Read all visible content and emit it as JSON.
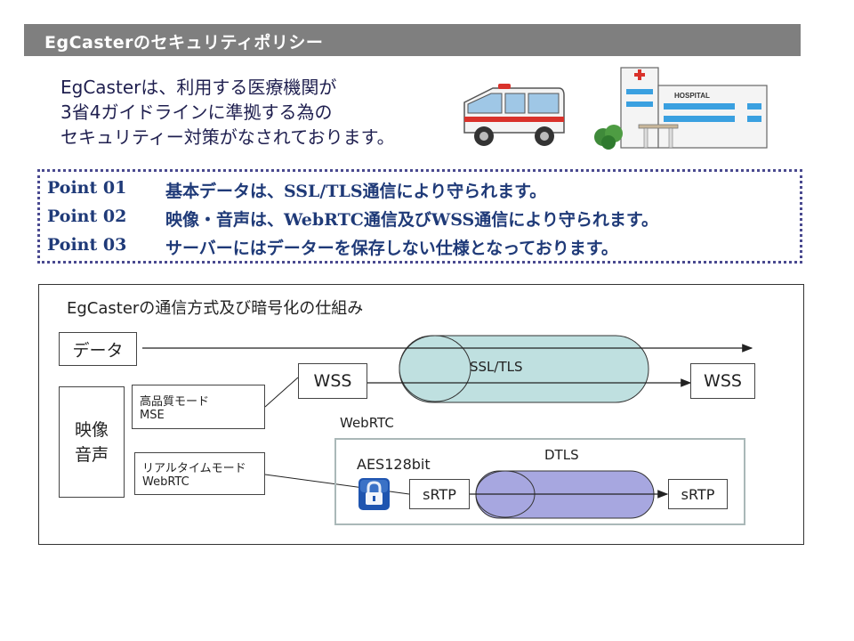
{
  "header": {
    "title": "EgCasterのセキュリティポリシー"
  },
  "intro": {
    "lines": [
      "EgCasterは、利用する医療機関が",
      "3省4ガイドラインに準拠する為の",
      "セキュリティー対策がなされております。"
    ]
  },
  "illustrations": {
    "ambulance_icon": "ambulance-icon",
    "hospital_icon": "hospital-icon",
    "hospital_sign": "HOSPITAL"
  },
  "points": [
    {
      "label": "Point 01",
      "text": "基本データは、SSL/TLS通信により守られます。"
    },
    {
      "label": "Point 02",
      "text": "映像・音声は、WebRTC通信及びWSS通信により守られます。"
    },
    {
      "label": "Point 03",
      "text": "サーバーにはデーターを保存しない仕様となっております。"
    }
  ],
  "diagram": {
    "title": "EgCasterの通信方式及び暗号化の仕組み",
    "data_box": "データ",
    "av_box_line1": "映像",
    "av_box_line2": "音声",
    "mse_mode": {
      "title": "高品質モード",
      "sub": "MSE"
    },
    "rt_mode": {
      "title": "リアルタイムモード",
      "sub": "WebRTC"
    },
    "wss_left": "WSS",
    "wss_right": "WSS",
    "ssl_tls": "SSL/TLS",
    "webrtc_label": "WebRTC",
    "aes_label": "AES128bit",
    "dtls_label": "DTLS",
    "srtp_left": "sRTP",
    "srtp_right": "sRTP",
    "lock_icon": "lock-icon"
  },
  "colors": {
    "title_bar": "#7f7f7f",
    "points_text": "#1f3a78",
    "ssl_tube": "#bfe0e0",
    "dtls_tube": "#a7a7e0",
    "webrtc_frame": "#aab8b8",
    "lock_blue": "#1f55b0"
  }
}
